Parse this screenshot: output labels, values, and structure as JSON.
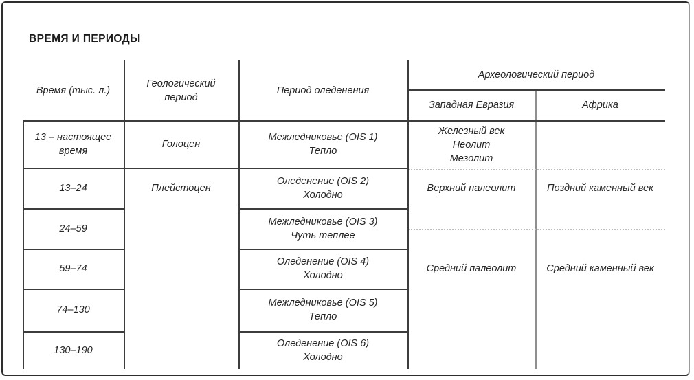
{
  "title": "ВРЕМЯ И ПЕРИОДЫ",
  "headers": {
    "time": "Время (тыс. л.)",
    "geological": "Геологический период",
    "glaciation": "Период оледенения",
    "archaeological": "Археологический период",
    "west_eurasia": "Западная Евразия",
    "africa": "Африка"
  },
  "geological": {
    "holocene": "Голоцен",
    "pleistocene": "Плейстоцен"
  },
  "rows": [
    {
      "time": "13 – настоящее время",
      "phase": "Межледниковье (OIS 1)",
      "climate": "Тепло"
    },
    {
      "time": "13–24",
      "phase": "Оледенение (OIS 2)",
      "climate": "Холодно"
    },
    {
      "time": "24–59",
      "phase": "Межледниковье (OIS 3)",
      "climate": "Чуть теплее"
    },
    {
      "time": "59–74",
      "phase": "Оледенение (OIS 4)",
      "climate": "Холодно"
    },
    {
      "time": "74–130",
      "phase": "Межледниковье (OIS 5)",
      "climate": "Тепло"
    },
    {
      "time": "130–190",
      "phase": "Оледенение (OIS 6)",
      "climate": "Холодно"
    }
  ],
  "archaeology": {
    "west_eurasia": {
      "recent_1": "Железный век",
      "recent_2": "Неолит",
      "recent_3": "Мезолит",
      "upper": "Верхний палеолит",
      "middle": "Средний палеолит"
    },
    "africa": {
      "later": "Поздний каменный век",
      "middle": "Средний каменный век"
    }
  },
  "colors": {
    "line_dark": "#3d3d3d",
    "line_gray": "#8f8f8f",
    "line_dotted": "#bdbdbd",
    "text": "#262626"
  }
}
